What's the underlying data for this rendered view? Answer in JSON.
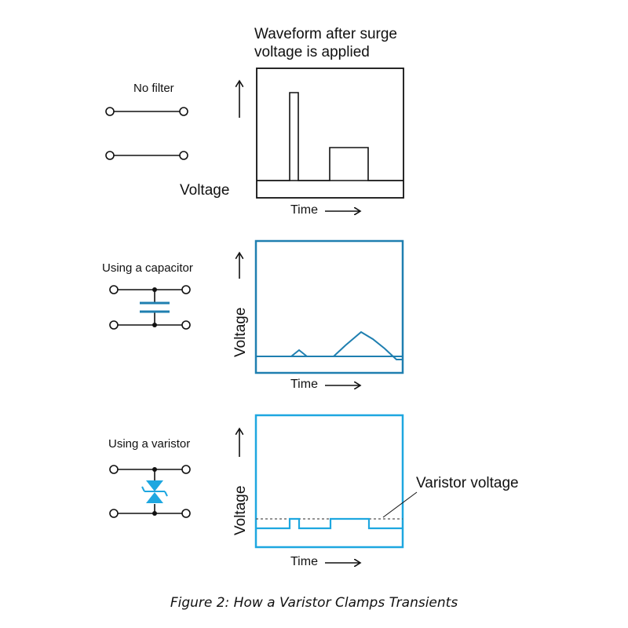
{
  "title_line1": "Waveform after surge",
  "title_line2": "voltage is applied",
  "panels": {
    "no_filter": {
      "label": "No filter",
      "axis_label": "Voltage",
      "time_label": "Time"
    },
    "capacitor": {
      "label": "Using a capacitor",
      "axis_label": "Voltage",
      "time_label": "Time"
    },
    "varistor": {
      "label": "Using a varistor",
      "axis_label": "Voltage",
      "time_label": "Time",
      "annotation": "Varistor voltage"
    }
  },
  "caption": "Figure 2: How a Varistor Clamps Transients",
  "colors": {
    "black": "#111111",
    "blue_dark": "#1f7fb0",
    "blue_bright": "#1ea7e0"
  }
}
